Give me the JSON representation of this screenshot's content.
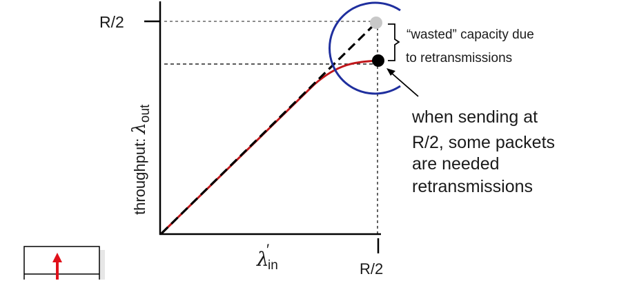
{
  "y_tick_label": "R/2",
  "x_tick_label": "R/2",
  "y_axis": {
    "prefix": "throughput: ",
    "symbol": "λ",
    "subscript": "out"
  },
  "x_axis": {
    "symbol": "λ",
    "prime": "′",
    "subscript": "in"
  },
  "annotation_wasted": {
    "line1": "“wasted” capacity due",
    "line2": "to retransmissions"
  },
  "annotation_sending": {
    "line1": "when sending at",
    "line2": "R/2, some packets",
    "line3": "are needed",
    "line4": "retransmissions"
  },
  "colors": {
    "axis": "#000000",
    "ideal_dashed_line": "#000000",
    "actual_curve": "#c0171b",
    "circle": "#1f2f9e",
    "ideal_point": "#c8c8c8",
    "actual_point": "#000000",
    "guide_dashed": "#555555",
    "inset_arrow": "#e0101a"
  },
  "icons": [
    "up-arrow-icon"
  ]
}
